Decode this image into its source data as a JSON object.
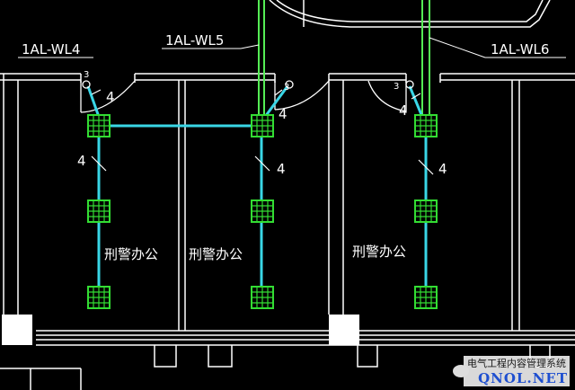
{
  "circuits": {
    "wl4": "1AL-WL4",
    "wl5": "1AL-WL5",
    "wl6": "1AL-WL6"
  },
  "wire_counts": {
    "left_switch": "4",
    "left_run": "4",
    "mid_switch": "4",
    "mid_run": "4",
    "right_switch": "4",
    "right_run": "4"
  },
  "switch_marks": {
    "left": "3",
    "mid": "3",
    "right": "3"
  },
  "rooms": {
    "left": "刑警办公",
    "middle": "刑警办公",
    "right": "刑警办公"
  },
  "watermark": {
    "cn": "电气工程内容管理系统",
    "en": "QNOL.NET"
  },
  "colors": {
    "background": "#000000",
    "wall": "#ffffff",
    "wire": "#39d6e6",
    "fixture": "#33dd33",
    "feeder": "#55ee55"
  }
}
